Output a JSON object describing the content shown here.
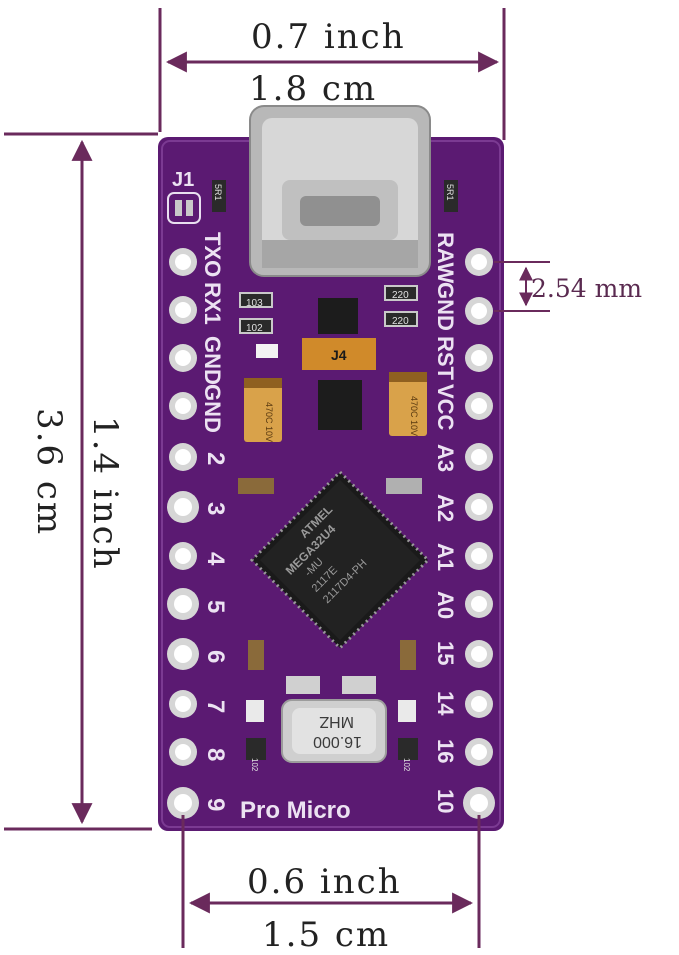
{
  "colors": {
    "dimension": "#6a2a5c",
    "pcb": "#5b1a72",
    "pcb_dark": "#3f0f52",
    "silk": "#e9dff0",
    "pad": "#c9c9c9"
  },
  "dimensions": {
    "top_inch": "0.7 inch",
    "top_cm": "1.8 cm",
    "side_inch": "1.4 inch",
    "side_cm": "3.6 cm",
    "pitch": "2.54 mm",
    "bottom_inch": "0.6 inch",
    "bottom_cm": "1.5 cm"
  },
  "board": {
    "label_j1": "J1",
    "label_tx": "TXO",
    "label_rx": "RX1",
    "label_gnd1": "GND",
    "label_gnd2": "GND",
    "left_pin_numbers": [
      "2",
      "3",
      "4",
      "5",
      "6",
      "7",
      "8",
      "9"
    ],
    "label_raw": "RAW",
    "label_gnd3": "GND",
    "label_rst": "RST",
    "label_vcc": "VCC",
    "right_pin_labels": [
      "A3",
      "A2",
      "A1",
      "A0",
      "15",
      "14",
      "16",
      "10"
    ],
    "title": "Pro Micro",
    "chip_brand": "ATMEL",
    "chip_model": "MEGA32U4",
    "chip_suffix": "-MU",
    "chip_lot1": "2117E",
    "chip_lot2": "2117D4-PH",
    "crystal_freq": "16.000",
    "crystal_unit": "MHZ",
    "resistor_103": "103",
    "resistor_102": "102",
    "resistor_220a": "220",
    "resistor_220b": "220",
    "resistor_5r1a": "5R1",
    "resistor_5r1b": "5R1",
    "cap_left": "470C 10V",
    "cap_right": "470C 10V",
    "ic_j4": "J4",
    "r102_bottom_l": "102",
    "r102_bottom_r": "102"
  }
}
